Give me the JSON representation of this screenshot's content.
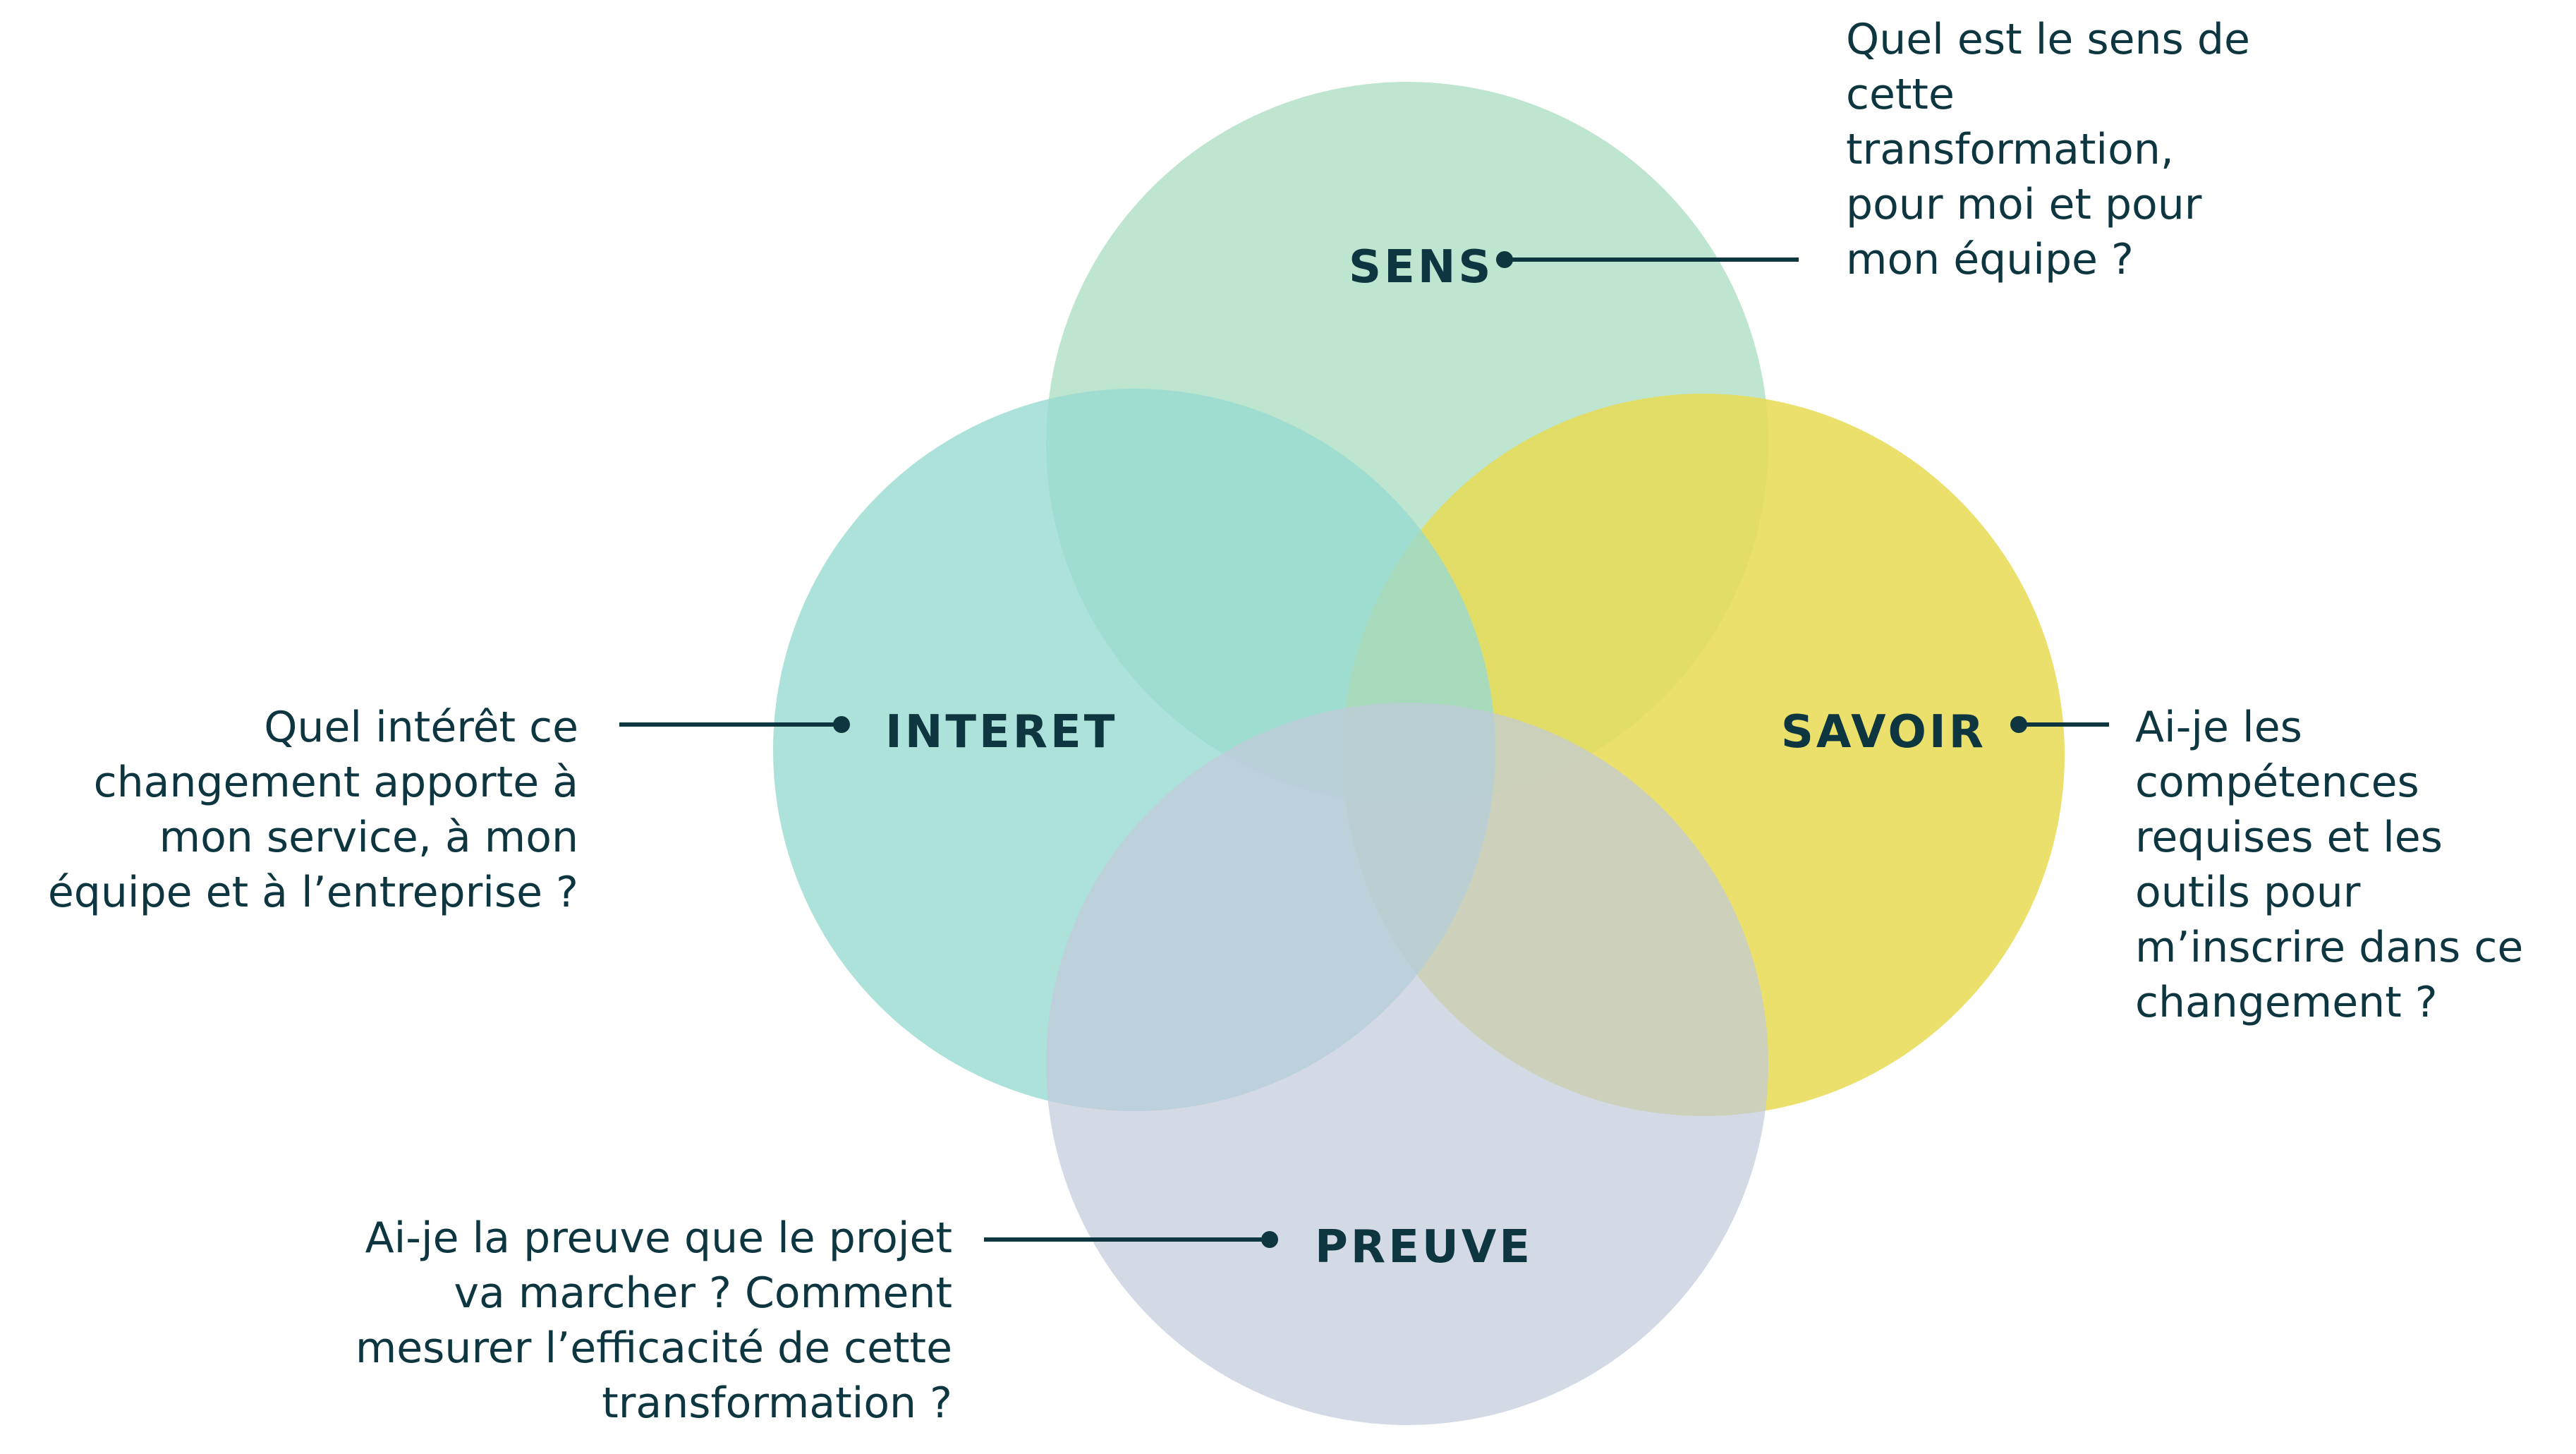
{
  "colors": {
    "sens": "#b8e3cc",
    "interet": "#99dbd1",
    "savoir": "#e7dc56",
    "preuve": "#c2cbdb",
    "ink": "#0e3640"
  },
  "circles": {
    "sens": {
      "label": "SENS"
    },
    "interet": {
      "label": "INTERET"
    },
    "savoir": {
      "label": "SAVOIR"
    },
    "preuve": {
      "label": "PREUVE"
    }
  },
  "questions": {
    "sens": [
      "Quel est le sens de",
      "cette",
      "transformation,",
      "pour moi et pour",
      "mon équipe ?"
    ],
    "interet": [
      "Quel intérêt ce",
      "changement apporte à",
      "mon service, à mon",
      "équipe et à l’entreprise ?"
    ],
    "savoir": [
      "Ai-je les",
      "compétences",
      "requises et les",
      "outils pour",
      "m’inscrire dans ce",
      "changement ?"
    ],
    "preuve": [
      "Ai-je la preuve que le projet",
      "va marcher ? Comment",
      "mesurer l’efficacité de cette",
      "transformation ?"
    ]
  }
}
